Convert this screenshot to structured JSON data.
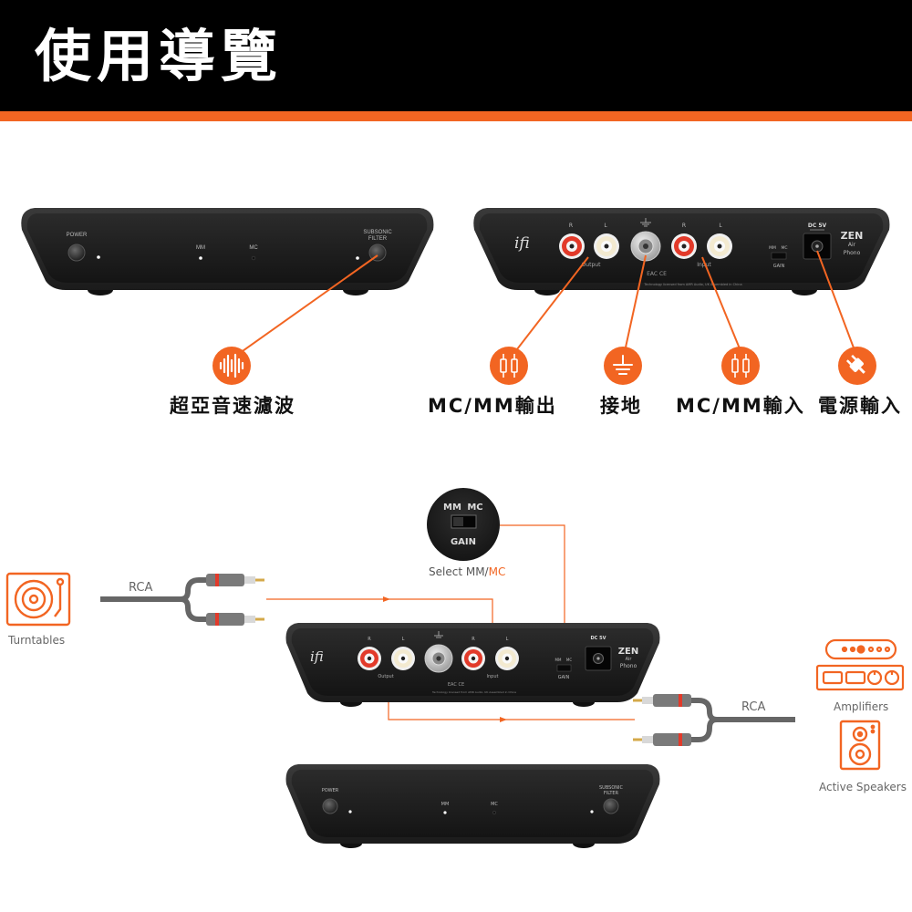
{
  "header": {
    "title": "使用導覽",
    "bg_color": "#000000",
    "accent_color": "#f26522"
  },
  "front_panel": {
    "power_label": "POWER",
    "subsonic_label_1": "SUBSONIC",
    "subsonic_label_2": "FILTER",
    "mm_label": "MM",
    "mc_label": "MC"
  },
  "rear_panel": {
    "brand": "ifi",
    "r_label": "R",
    "l_label": "L",
    "output_label": "Output",
    "input_label": "Input",
    "gain_switch_1": "MM",
    "gain_switch_2": "MC",
    "gain_label": "GAIN",
    "dc_label": "DC 5V",
    "model_1": "ZEN",
    "model_2": "Air",
    "model_3": "Phono",
    "cert_marks": "EAC CE",
    "fine_print": "Technology licensed from AMR Audio, UK Assembled in China"
  },
  "callouts": [
    {
      "label": "超亞音速濾波",
      "icon": "waveform-icon"
    },
    {
      "label": "MC/MM輸出",
      "icon": "rca-plug-icon"
    },
    {
      "label": "接地",
      "icon": "ground-icon"
    },
    {
      "label": "MC/MM輸入",
      "icon": "rca-plug-icon"
    },
    {
      "label": "電源輸入",
      "icon": "power-plug-icon"
    }
  ],
  "diagram": {
    "zoom_mm": "MM",
    "zoom_mc": "MC",
    "zoom_gain": "GAIN",
    "select_prefix": "Select MM/",
    "select_mc": "MC",
    "rca_left": "RCA",
    "rca_right": "RCA",
    "turntables": "Turntables",
    "amplifiers": "Amplifiers",
    "active_speakers": "Active Speakers"
  }
}
